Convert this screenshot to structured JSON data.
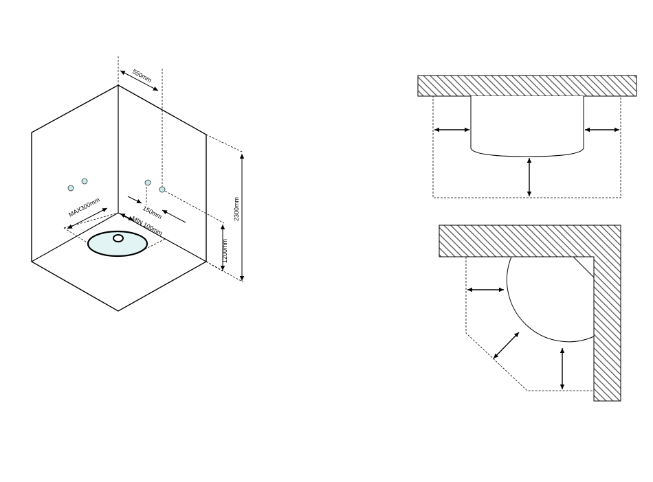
{
  "colors": {
    "line": "#000000",
    "background": "#ffffff",
    "fixture_fill": "#e2f4f4",
    "valve_fill": "#c9e8ea",
    "hatch": "#555555"
  },
  "isometric_view": {
    "dim_top_offset": "550mm",
    "dim_max_distance": "MAX300mm",
    "dim_valve_spacing": "150mm",
    "dim_min_distance": "MIN 100mm",
    "dim_total_height": "2300mm",
    "dim_valve_height": "1200mm"
  },
  "plan_views": {
    "wall_plan": {
      "arrows": [
        "left-clearance",
        "right-clearance",
        "front-clearance"
      ]
    },
    "corner_plan": {
      "arrows": [
        "left-clearance",
        "diagonal-clearance",
        "front-clearance"
      ]
    }
  }
}
